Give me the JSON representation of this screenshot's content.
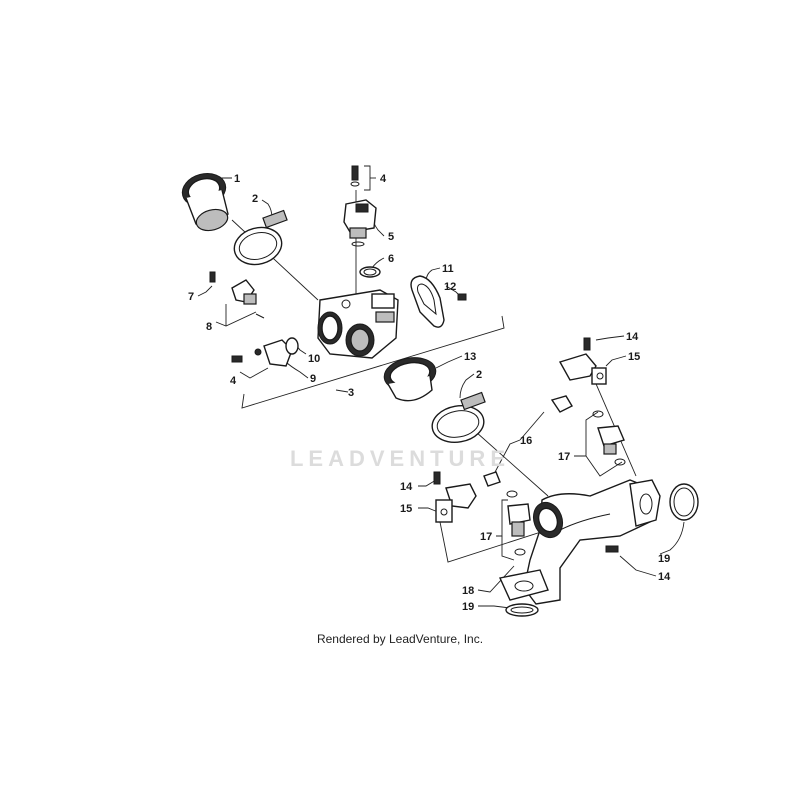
{
  "watermark": "LEADVENTURE",
  "credit": "Rendered by LeadVenture, Inc.",
  "callouts": {
    "c1": "1",
    "c2a": "2",
    "c2b": "2",
    "c3": "3",
    "c4a": "4",
    "c4b": "4",
    "c5": "5",
    "c6": "6",
    "c7": "7",
    "c8": "8",
    "c9": "9",
    "c10": "10",
    "c11": "11",
    "c12": "12",
    "c13": "13",
    "c14a": "14",
    "c14b": "14",
    "c14c": "14",
    "c15a": "15",
    "c15b": "15",
    "c16": "16",
    "c17a": "17",
    "c17b": "17",
    "c18": "18",
    "c19a": "19",
    "c19b": "19"
  }
}
